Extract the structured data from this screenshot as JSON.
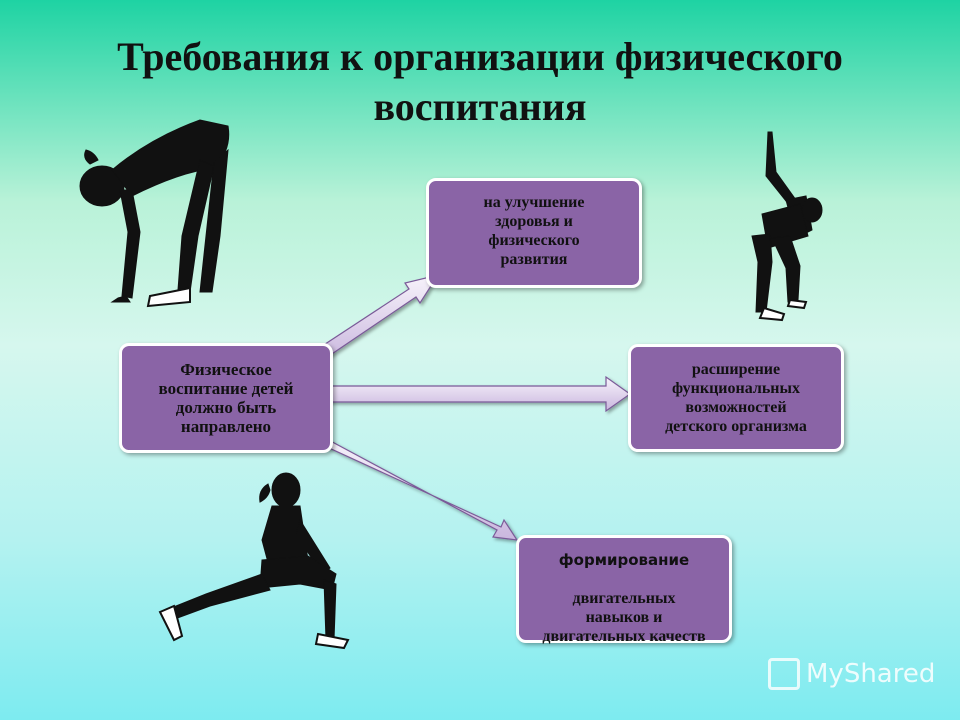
{
  "title": "Требования к организации физического воспитания",
  "nodes": {
    "source": "Физическое\nвоспитание детей\nдолжно быть\nнаправлено",
    "top": "на улучшение\nздоровья и\nфизического\nразвития",
    "middle": "расширение\nфункциональных\nвозможностей\nдетского организма",
    "bottom_first": "формирование",
    "bottom_rest": "двигательных\nнавыков и\nдвигательных качеств"
  },
  "watermark": "MyShared",
  "icons": {
    "figure_bend": "woman-bending-forward-icon",
    "figure_side": "woman-side-stretch-icon",
    "figure_lunge": "woman-lunge-stretch-icon"
  },
  "colors": {
    "box_fill": "#8a64a6",
    "box_border": "#ffffff",
    "arrow_fill": "#e6dcf0"
  }
}
